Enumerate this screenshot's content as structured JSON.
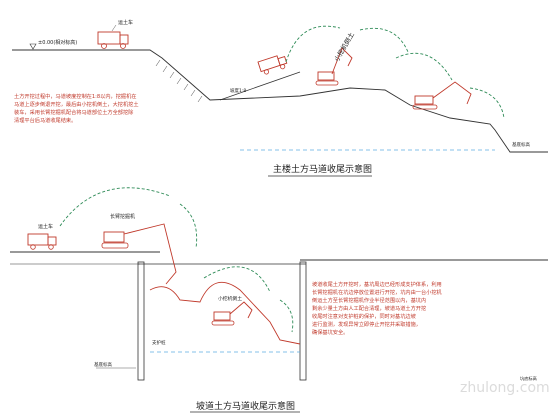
{
  "top_diagram": {
    "title": "主楼土方马道收尾示意图",
    "ground_label": "±0.00(相对标高)",
    "truck_label": "运土车",
    "excavator_note": "小挖机倒土",
    "slope_label": "坡度1:8",
    "bottom_label": "基底标高",
    "notes": [
      "土方开挖过程中，马道坡度控制在1:8以内，挖掘机在",
      "马道上逐步倒退开挖，最后由小挖机倒土，大挖机挖土",
      "装车，采用长臂挖掘机配合将马道部位土方全部挖除",
      "清理平台后马道收尾结束。"
    ]
  },
  "bottom_diagram": {
    "title": "坡道土方马道收尾示意图",
    "truck_label": "运土车",
    "excavator_label": "长臂挖掘机",
    "small_excavator_label": "小挖机倒土",
    "support_label": "支护桩",
    "bottom_label": "基底标高",
    "level_label": "坑底标高",
    "notes": [
      "坡道收尾土方开挖时，基坑周边已经形成支护体系，利用",
      "长臂挖掘机在坑边停放位置进行开挖，坑内由一台小挖机",
      "倒运土方至长臂挖掘机作业半径范围以内，基坑内",
      "剩余少量土方由人工配合清理，坡道马道土方开挖",
      "收尾时注意对支护桩的保护，同时对基坑边坡",
      "进行监测，发现异常立即停止开挖并采取措施，",
      "确保基坑安全。"
    ]
  },
  "watermark": "zhulong.com",
  "colors": {
    "line": "#333333",
    "arc": "#2e8b57",
    "red": "#c0392b",
    "water": "#5dade2"
  }
}
